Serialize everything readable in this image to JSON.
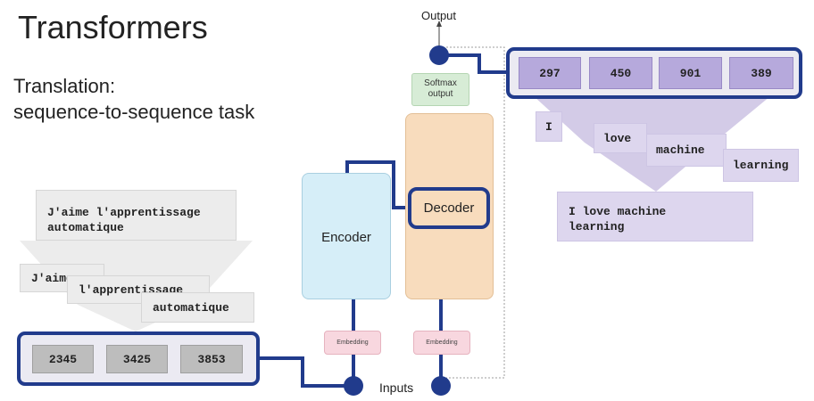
{
  "slide": {
    "title": "Transformers",
    "subtitle_line1": "Translation:",
    "subtitle_line2": "sequence-to-sequence task"
  },
  "source": {
    "sentence_line1": "J'aime l'apprentissage",
    "sentence_line2": "automatique",
    "tokens": [
      "J'aime",
      "l'apprentissage",
      "automatique"
    ],
    "token_ids": [
      "2345",
      "3425",
      "3853"
    ]
  },
  "model": {
    "encoder_label": "Encoder",
    "decoder_label": "Decoder",
    "softmax_label_line1": "Softmax",
    "softmax_label_line2": "output",
    "embedding_label": "Embedding",
    "output_label": "Output",
    "inputs_label": "Inputs"
  },
  "target": {
    "token_ids": [
      "297",
      "450",
      "901",
      "389"
    ],
    "tokens": [
      "I",
      "love",
      "machine",
      "learning"
    ],
    "sentence_line1": "I love machine",
    "sentence_line2": "learning"
  },
  "colors": {
    "accent_blue": "#213b8c",
    "encoder_fill": "#d6eef8",
    "decoder_fill": "#f8dcbd",
    "softmax_fill": "#d7ecd6",
    "embedding_fill": "#f8d7df",
    "output_token_fill": "#b6a9dc",
    "input_token_fill": "#bdbdbd"
  }
}
